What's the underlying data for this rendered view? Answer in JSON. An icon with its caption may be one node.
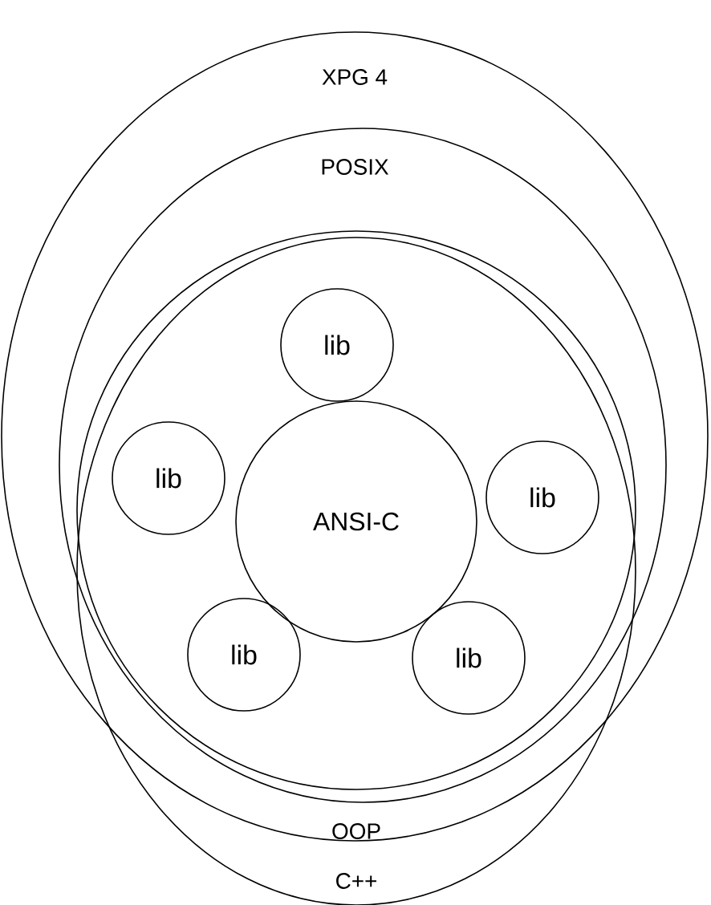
{
  "diagram": {
    "nodes": [
      {
        "text": [
          "XPG 4"
        ]
      },
      {
        "text": [
          "POSIX"
        ],
        "in": 0
      },
      {
        "text": [],
        "shape": "circle",
        "in": 9
      },
      {
        "text": [
          "lib"
        ],
        "in": 2
      },
      {
        "text": [
          "lib"
        ],
        "in": 2
      },
      {
        "text": [
          "ANSI-C"
        ],
        "in": 2
      },
      {
        "text": [
          "lib"
        ],
        "in": 2
      },
      {
        "text": [
          "lib"
        ],
        "in": 2
      },
      {
        "text": [
          "lib"
        ],
        "in": 2
      },
      {
        "text": [
          "OOP",
          "C++"
        ]
      }
    ]
  }
}
